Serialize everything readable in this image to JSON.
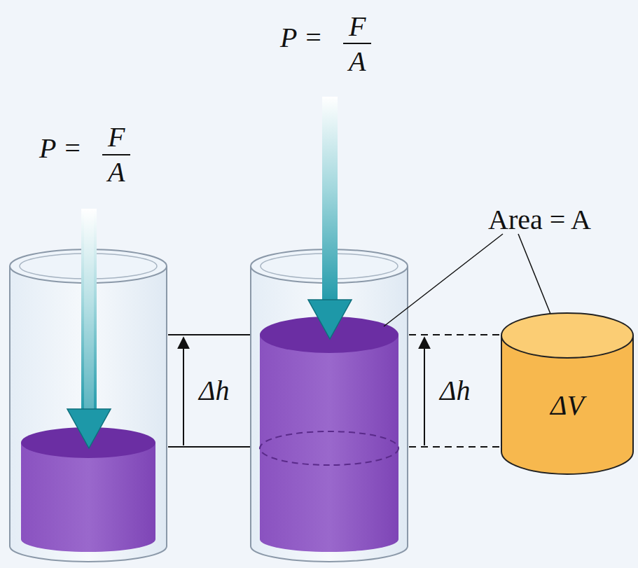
{
  "diagram": {
    "nodes": [
      {
        "text": [
          "ΔV"
        ]
      }
    ],
    "labels": [
      "P =",
      "F",
      "A",
      "P =",
      "F",
      "A",
      "Area = A",
      "Δh",
      "Δh"
    ]
  }
}
